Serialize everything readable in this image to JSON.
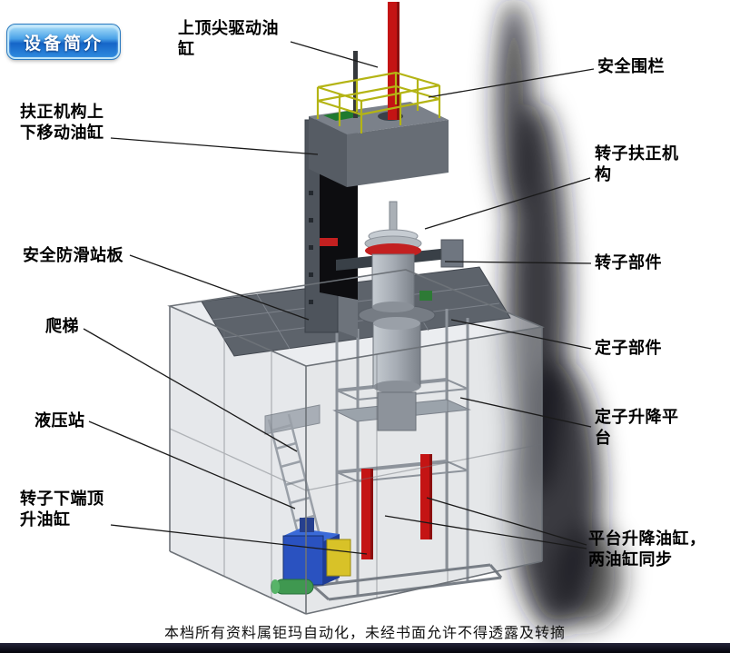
{
  "badge": {
    "label": "设备简介"
  },
  "callouts": {
    "top_cylinder": {
      "text": "上顶尖驱动油缸"
    },
    "centering_cylinder": {
      "text": "扶正机构上下移动油缸"
    },
    "anti_slip_plate": {
      "text": "安全防滑站板"
    },
    "ladder": {
      "text": "爬梯"
    },
    "hydraulic_station": {
      "text": "液压站"
    },
    "rotor_jack_cylinder": {
      "text": "转子下端顶升油缸"
    },
    "safety_fence": {
      "text": "安全围栏"
    },
    "rotor_centering": {
      "text": "转子扶正机构"
    },
    "rotor_part": {
      "text": "转子部件"
    },
    "stator_part": {
      "text": "定子部件"
    },
    "stator_platform": {
      "text": "定子升降平台"
    },
    "platform_cylinders": {
      "text": "平台升降油缸，两油缸同步"
    }
  },
  "footer": {
    "copyright": "本档所有资料属钜玛自动化，未经书面允许不得透露及转摘"
  },
  "colors": {
    "cylinder_red": "#c41414",
    "railing_yellow": "#b4b414",
    "badge_blue": "#1565c8",
    "hydraulic_blue": "#2a52c0",
    "frame_gray": "#6d7278"
  }
}
